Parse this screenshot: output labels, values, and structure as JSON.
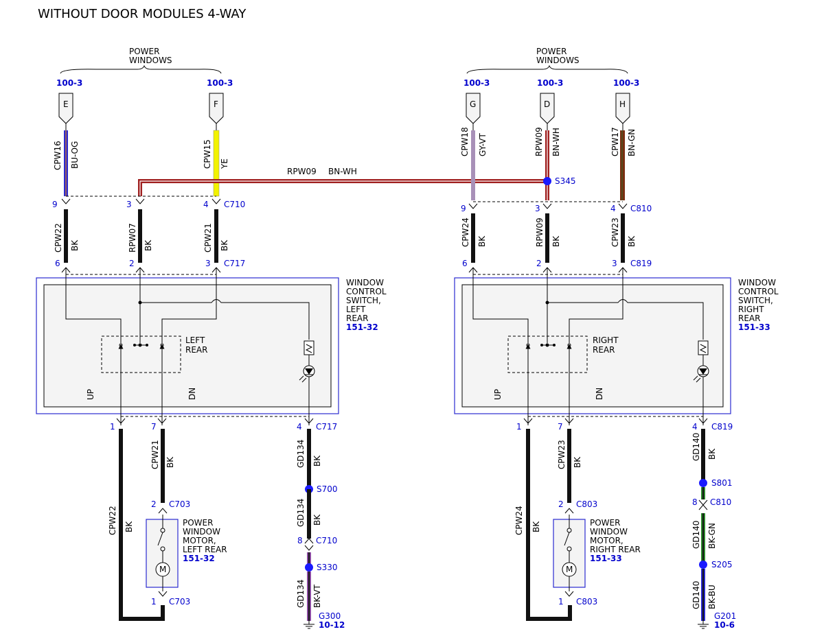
{
  "title": "WITHOUT DOOR MODULES 4-WAY",
  "left": {
    "group_label_1": "POWER",
    "group_label_2": "WINDOWS",
    "connectors": [
      {
        "ref": "100-3",
        "letter": "E"
      },
      {
        "ref": "100-3",
        "letter": "F"
      }
    ],
    "wires_top": [
      {
        "circuit": "CPW16",
        "color": "BU-OG"
      },
      {
        "circuit": "CPW15",
        "color": "YE"
      }
    ],
    "splice_wire": {
      "circuit": "RPW09",
      "color": "BN-WH"
    },
    "c710": {
      "name": "C710",
      "pins": [
        "9",
        "3",
        "4"
      ]
    },
    "wires_mid": [
      {
        "circuit": "CPW22",
        "color": "BK"
      },
      {
        "circuit": "RPW07",
        "color": "BK"
      },
      {
        "circuit": "CPW21",
        "color": "BK"
      }
    ],
    "c717_top": {
      "name": "C717",
      "pins": [
        "6",
        "2",
        "3"
      ]
    },
    "switch": {
      "line1": "WINDOW",
      "line2": "CONTROL",
      "line3": "SWITCH,",
      "line4": "LEFT",
      "line5": "REAR",
      "ref": "151-32"
    },
    "inner": {
      "line1": "LEFT",
      "line2": "REAR",
      "up": "UP",
      "dn": "DN"
    },
    "c717_bot": {
      "name": "C717",
      "pins": [
        "1",
        "7",
        "4"
      ]
    },
    "wire_cpw21": {
      "circuit": "CPW21",
      "color": "BK"
    },
    "c703_top": {
      "name": "C703",
      "pin": "2"
    },
    "motor": {
      "line1": "POWER",
      "line2": "WINDOW",
      "line3": "MOTOR,",
      "line4": "LEFT REAR",
      "ref": "151-32",
      "m": "M"
    },
    "c703_bot": {
      "name": "C703",
      "pin": "1"
    },
    "wire_cpw22": {
      "circuit": "CPW22",
      "color": "BK"
    },
    "gd_1": {
      "circuit": "GD134",
      "color": "BK"
    },
    "s700": "S700",
    "gd_2": {
      "circuit": "GD134",
      "color": "BK"
    },
    "c710_b": {
      "name": "C710",
      "pin": "8"
    },
    "s330": "S330",
    "gd_3": {
      "circuit": "GD134",
      "color": "BK-VT"
    },
    "ground": {
      "name": "G300",
      "ref": "10-12"
    }
  },
  "right": {
    "group_label_1": "POWER",
    "group_label_2": "WINDOWS",
    "connectors": [
      {
        "ref": "100-3",
        "letter": "G"
      },
      {
        "ref": "100-3",
        "letter": "D"
      },
      {
        "ref": "100-3",
        "letter": "H"
      }
    ],
    "wires_top": [
      {
        "circuit": "CPW18",
        "color": "GY-VT"
      },
      {
        "circuit": "RPW09",
        "color": "BN-WH"
      },
      {
        "circuit": "CPW17",
        "color": "BN-GN"
      }
    ],
    "s345": "S345",
    "c810": {
      "name": "C810",
      "pins": [
        "9",
        "3",
        "4"
      ]
    },
    "wires_mid": [
      {
        "circuit": "CPW24",
        "color": "BK"
      },
      {
        "circuit": "RPW09",
        "color": "BK"
      },
      {
        "circuit": "CPW23",
        "color": "BK"
      }
    ],
    "c819_top": {
      "name": "C819",
      "pins": [
        "6",
        "2",
        "3"
      ]
    },
    "switch": {
      "line1": "WINDOW",
      "line2": "CONTROL",
      "line3": "SWITCH,",
      "line4": "RIGHT",
      "line5": "REAR",
      "ref": "151-33"
    },
    "inner": {
      "line1": "RIGHT",
      "line2": "REAR",
      "up": "UP",
      "dn": "DN"
    },
    "c819_bot": {
      "name": "C819",
      "pins": [
        "1",
        "7",
        "4"
      ]
    },
    "wire_cpw23": {
      "circuit": "CPW23",
      "color": "BK"
    },
    "c803_top": {
      "name": "C803",
      "pin": "2"
    },
    "motor": {
      "line1": "POWER",
      "line2": "WINDOW",
      "line3": "MOTOR,",
      "line4": "RIGHT REAR",
      "ref": "151-33",
      "m": "M"
    },
    "c803_bot": {
      "name": "C803",
      "pin": "1"
    },
    "wire_cpw24": {
      "circuit": "CPW24",
      "color": "BK"
    },
    "gd_1": {
      "circuit": "GD140",
      "color": "BK"
    },
    "s801": "S801",
    "c810_b": {
      "name": "C810",
      "pin": "8"
    },
    "gd_2": {
      "circuit": "GD140",
      "color": "BK-GN"
    },
    "s205": "S205",
    "gd_3": {
      "circuit": "GD140",
      "color": "BK-BU"
    },
    "ground": {
      "name": "G201",
      "ref": "10-6"
    }
  },
  "colors": {
    "wire_black": "#111111",
    "wire_blue": "#2a2ad0",
    "wire_yellow": "#f2f200",
    "wire_brown": "#7a2e10",
    "wire_brown_white": "#a02020",
    "wire_gray_violet": "#a890b8",
    "wire_green": "#2e8a2e",
    "wire_violet": "#8a4aa0",
    "splice_dot": "#1a1aff",
    "module_border": "#2a2ad0",
    "module_fill": "#f4f4f4",
    "text_blue": "#0000cc"
  }
}
